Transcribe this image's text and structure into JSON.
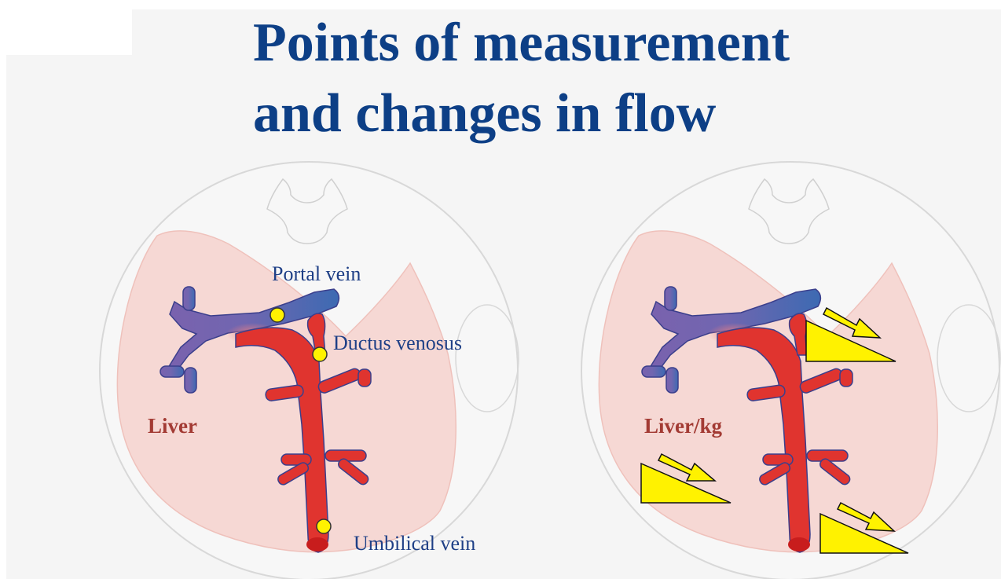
{
  "title": {
    "line1": "Points of measurement",
    "line2": "and changes in flow"
  },
  "left_panel": {
    "organ_label": "Liver",
    "labels": {
      "portal_vein": "Portal vein",
      "ductus_venosus": "Ductus venosus",
      "umbilical_vein": "Umbilical vein"
    },
    "measurement_points": 3
  },
  "right_panel": {
    "organ_label": "Liver/kg",
    "trend": "decrease",
    "indicators": [
      "downward-triangle-arrow",
      "downward-triangle-arrow",
      "downward-triangle-arrow"
    ]
  },
  "colors": {
    "title": "#0d3f86",
    "organ_label": "#a33b34",
    "vein_label": "#1e3f86",
    "umbilical_vein": "#e0342f",
    "portal_vein_blue": "#3d6ab2",
    "portal_vein_purple": "#7a62ae",
    "liver_tissue": "#f6d8d4",
    "marker_yellow": "#fff200"
  }
}
